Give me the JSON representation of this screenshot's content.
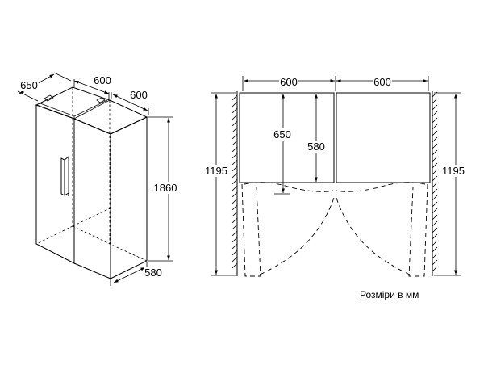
{
  "iso_view": {
    "depth_label": "650",
    "width_left_label": "600",
    "width_right_label": "600",
    "height_label": "1860",
    "bottom_depth_label": "580"
  },
  "plan_view": {
    "width_left_label": "600",
    "width_right_label": "600",
    "depth_open_left_label": "1195",
    "depth_open_right_label": "1195",
    "depth_inner_a_label": "650",
    "depth_inner_b_label": "580"
  },
  "caption": "Розміри в мм"
}
